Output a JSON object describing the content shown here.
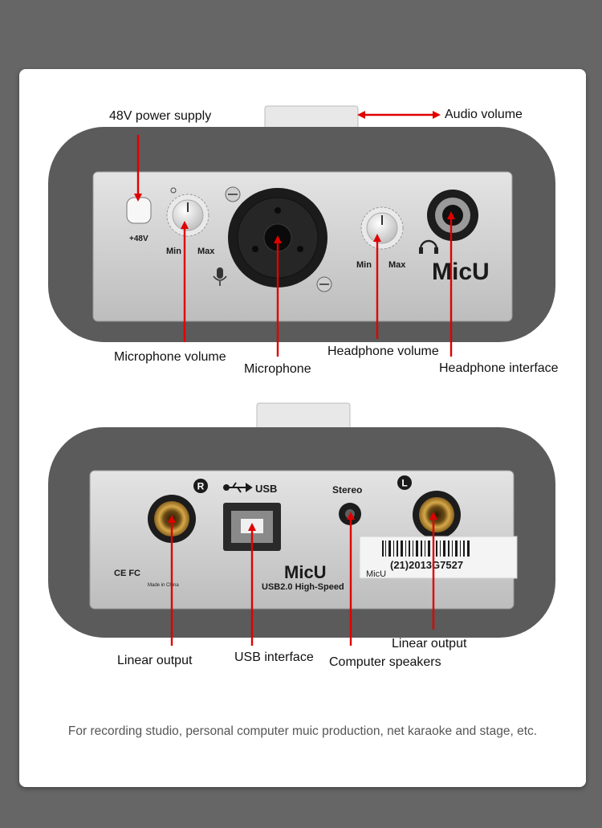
{
  "top_panel": {
    "labels": {
      "power_48v": "48V power supply",
      "audio_volume": "Audio volume",
      "microphone_volume": "Microphone volume",
      "microphone": "Microphone",
      "headphone_volume": "Headphone volume",
      "headphone_interface": "Headphone interface"
    },
    "device_text": {
      "plus48v": "+48V",
      "min": "Min",
      "max": "Max",
      "brand": "MicU"
    }
  },
  "bottom_panel": {
    "labels": {
      "linear_output_left": "Linear output",
      "usb_interface": "USB interface",
      "computer_speakers": "Computer speakers",
      "linear_output_right": "Linear output"
    },
    "device_text": {
      "r_mark": "R",
      "l_mark": "L",
      "usb": "USB",
      "stereo": "Stereo",
      "brand": "MicU",
      "usb_speed": "USB2.0 High-Speed",
      "serial": "(21)2013G7527",
      "sticker_brand": "MicU",
      "cert": "CE FC",
      "made_in": "Made in China"
    }
  },
  "footer": {
    "text": "For recording studio, personal computer muic production, net karaoke and stage, etc."
  },
  "colors": {
    "background": "#666666",
    "card": "#ffffff",
    "rubber": "#5a5a5a",
    "faceplate": "#d2d2d2",
    "arrow": "#e00000"
  }
}
